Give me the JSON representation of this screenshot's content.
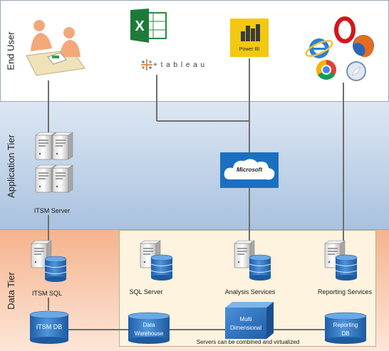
{
  "tiers": {
    "end_user": "End User",
    "application": "Application Tier",
    "data": "Data Tier"
  },
  "apps": {
    "powerbi_label": "Power BI",
    "tableau_label": "+ t a b l e a u",
    "excel_letter": "X",
    "cloud_label": "Microsoft"
  },
  "servers": {
    "itsm_server": "ITSM Server",
    "itsm_sql": "ITSM SQL",
    "sql_server": "SQL Server",
    "analysis_services": "Analysis Services",
    "reporting_services": "Reporting Services"
  },
  "databases": {
    "itsm_db": "ITSM DB",
    "data_warehouse_1": "Data",
    "data_warehouse_2": "Warehouse",
    "multi_1": "Multi",
    "multi_2": "Dimensional",
    "reporting_db_1": "Reporting",
    "reporting_db_2": "DB"
  },
  "note": "Servers can be combined and virtualized",
  "colors": {
    "end_user_bg": "#ffffff",
    "app_tier_top": "#dbe6f2",
    "app_tier_bottom": "#9fbbdc",
    "data_tier_top": "#f6b894",
    "data_tier_bottom": "#fbe2d3",
    "db_blue": "#2f79c6",
    "connector": "#6e6e6e"
  }
}
